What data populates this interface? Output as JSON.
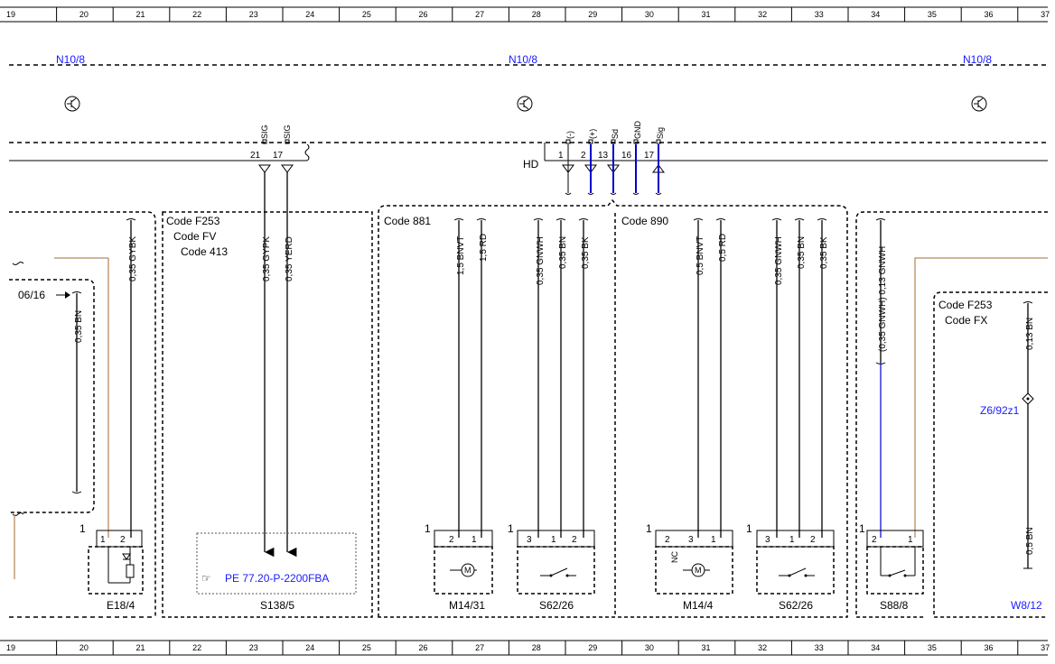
{
  "grid_columns": [
    "19",
    "20",
    "21",
    "22",
    "23",
    "24",
    "25",
    "26",
    "27",
    "28",
    "29",
    "30",
    "31",
    "32",
    "33",
    "34",
    "35",
    "36",
    "37"
  ],
  "module_labels": [
    "N10/8",
    "N10/8",
    "N10/8"
  ],
  "bus": {
    "label": "HD",
    "left_pins": [
      {
        "pin": "21",
        "signal": "SIG"
      },
      {
        "pin": "17",
        "signal": "SIG"
      }
    ],
    "right_pins": [
      {
        "pin": "1",
        "signal": "(-)"
      },
      {
        "pin": "2",
        "signal": "(+)"
      },
      {
        "pin": "13",
        "signal": "Sd"
      },
      {
        "pin": "16",
        "signal": "GND"
      },
      {
        "pin": "17",
        "signal": "Sig"
      }
    ]
  },
  "sections": {
    "left": {
      "ref": "06/16",
      "wire_a": "0,35 BN",
      "wire_b": "0,35 GYBK",
      "pin1": "1",
      "pin2": "2",
      "component_num": "1",
      "component": "E18/4"
    },
    "s138": {
      "code_a": "Code F253",
      "code_b": "Code FV",
      "code_c": "Code 413",
      "wire_a": "0,35 GYPK",
      "wire_b": "0,35 YERD",
      "link": "PE 77.20-P-2200FBA",
      "component": "S138/5"
    },
    "code881": {
      "title": "Code 881",
      "wires": [
        "1,5 BNVT",
        "1,5 RD",
        "0,35 GNWH",
        "0,35 BN",
        "0,35 BK"
      ],
      "m_num": "1",
      "m_pins": [
        "2",
        "1"
      ],
      "m_component": "M14/31",
      "s_num": "1",
      "s_pins": [
        "3",
        "1",
        "2"
      ],
      "s_component": "S62/26"
    },
    "code890": {
      "title": "Code 890",
      "wires": [
        "0,5 BNVT",
        "0,5 RD",
        "0,35 GNWH",
        "0,35 BN",
        "0,35 BK"
      ],
      "m_num": "1",
      "m_pins": [
        "2",
        "3",
        "1"
      ],
      "m_nc": "NC",
      "m_component": "M14/4",
      "s_num": "1",
      "s_pins": [
        "3",
        "1",
        "2"
      ],
      "s_component": "S62/26"
    },
    "s88": {
      "wire_a": "0,35 GNWH",
      "wire_b": "(0,35 GNWH) 0,13 GNWH",
      "num": "1",
      "pins": [
        "2",
        "1"
      ],
      "component": "S88/8"
    },
    "codefx": {
      "code_a": "Code F253",
      "code_b": "Code FX",
      "wire_a": "0,13 BN",
      "connector": "Z6/92z1",
      "wire_b": "0,5 BN",
      "component": "W8/12"
    }
  },
  "motor_symbol": "M"
}
